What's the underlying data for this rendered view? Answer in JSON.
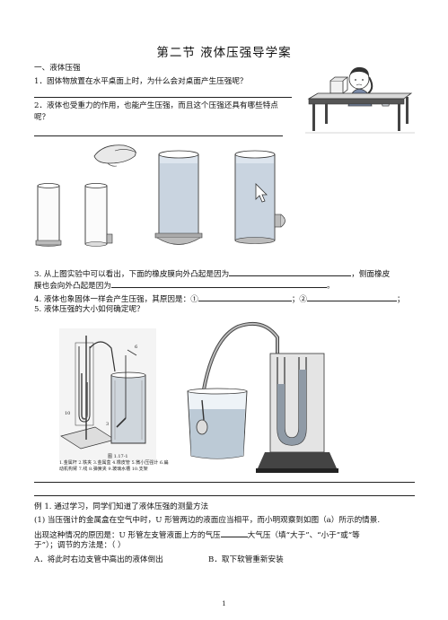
{
  "title": "第二节  液体压强导学案",
  "section1": "一、液体压强",
  "q1": "1．固体物放置在水平桌面上时，为什么会对桌面产生压强呢？",
  "q2_line1": "2．液体也受重力的作用，也能产生压强，而且这个压强还具有哪些特点",
  "q2_line2": "呢？",
  "q3_line1_a": "3. 从上图实验中可以看出，下面的橡皮膜向外凸起是因为",
  "q3_line1_b": "，侧面橡皮",
  "q3_line2_a": "膜也会向外凸起是因为",
  "q3_line2_b": "。",
  "q4_a": "4. 液体也象固体一样会产生压强，其原因是：①",
  "q4_b": "；②",
  "q4_c": "；",
  "q5": "5. 液体压强的大小如何确定呢？",
  "figure_caption": "图 1.17-1",
  "figure_labels": {
    "row1": [
      "1.金属杆",
      "2.铁夹",
      "3.金属盒",
      "4.橡皮管",
      "5.微小压强计",
      "6.扁"
    ],
    "row2": [
      "动机构臂",
      "7.线",
      "8.弹簧夹",
      "9.玻璃水槽",
      "10.支架"
    ]
  },
  "example_line": "例 1.  通过学习，同学们知道了液体压强的测量方法",
  "ex_p1": "(1) 当压强计的金属盒在空气中时，U 形管两边的液面应当相平，而小明观察到如图（a）所示的情景.",
  "ex_p2_a": "出现这种情况的原因是：U 形管左支管液面上方的气压",
  "ex_p2_b": "大气压（填“大于”、“小于”或“等",
  "ex_p3": "于”）；调节的方法是：（            ）",
  "option_a": "A．将此时右边支管中高出的液体倒出",
  "option_b": "B．取下软管重新安装",
  "page_number": "1"
}
